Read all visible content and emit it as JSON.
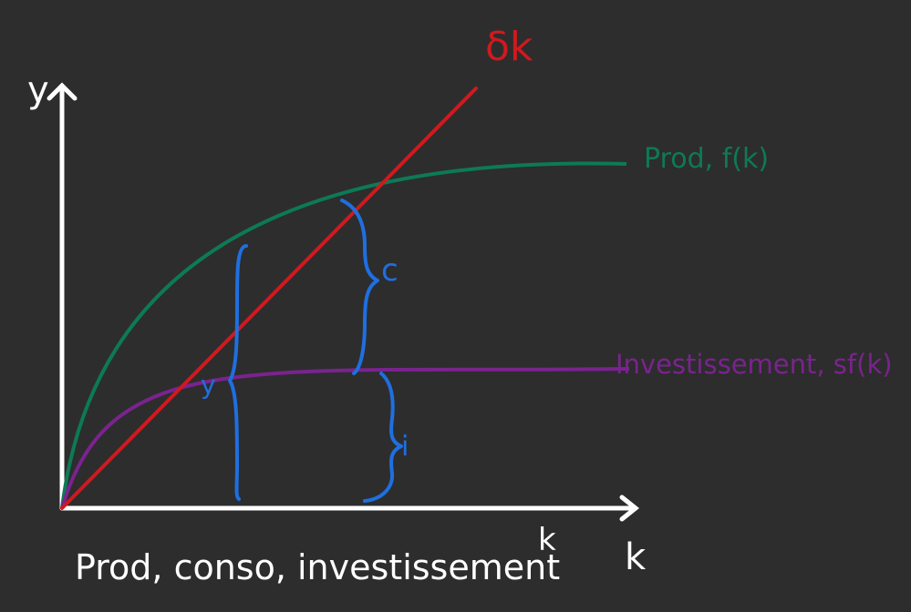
{
  "diagram": {
    "axis_y_label": "y",
    "axis_x_label": "k",
    "line_label": "δk",
    "prod_label": "Prod, f(k)",
    "invest_label": "Investissement, sf(k)",
    "brace_c_label": "c",
    "brace_i_label": "i",
    "brace_y_label": "y",
    "bottom_title": "Prod, conso, investissement",
    "bottom_superscript": "k"
  },
  "colors": {
    "background": "#2d2d2d",
    "axes": "#ffffff",
    "depreciation_line": "#d0191f",
    "production_curve": "#0d7a55",
    "investment_curve": "#7a238e",
    "braces": "#1f6fe0"
  }
}
